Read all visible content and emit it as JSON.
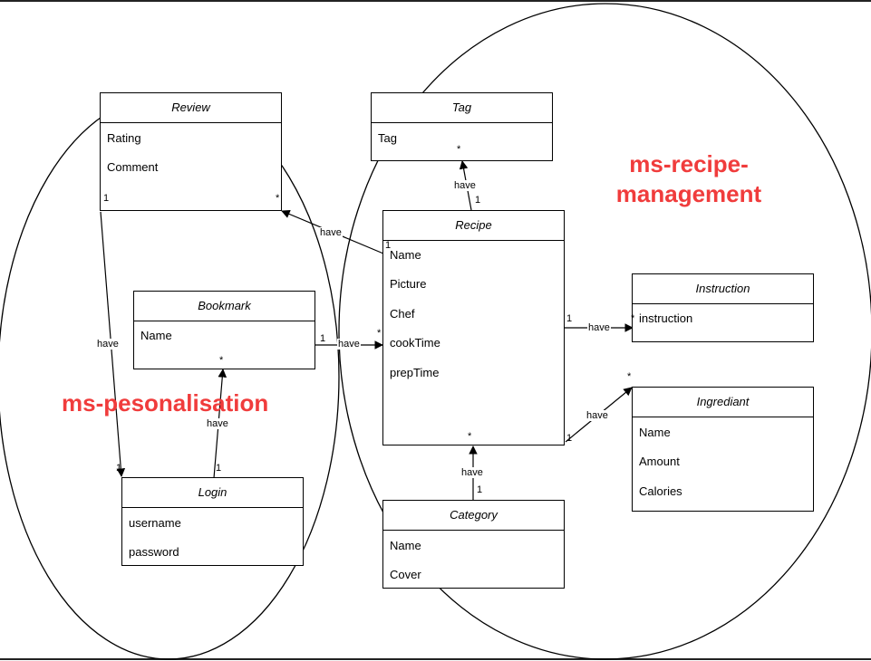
{
  "groups": {
    "personalisation": "ms-pesonalisation",
    "recipe_management": "ms-recipe-\nmanagement",
    "recipe_management_line1": "ms-recipe-",
    "recipe_management_line2": "management",
    "label_color": "#f03c3c"
  },
  "classes": {
    "review": {
      "name": "Review",
      "attributes": [
        "Rating",
        "Comment"
      ]
    },
    "tag": {
      "name": "Tag",
      "attributes": [
        "Tag"
      ]
    },
    "recipe": {
      "name": "Recipe",
      "attributes": [
        "Name",
        "Picture",
        "Chef",
        "cookTime",
        "prepTime"
      ]
    },
    "instruction": {
      "name": "Instruction",
      "attributes": [
        "instruction"
      ]
    },
    "bookmark": {
      "name": "Bookmark",
      "attributes": [
        "Name"
      ]
    },
    "ingrediant": {
      "name": "Ingrediant",
      "attributes": [
        "Name",
        "Amount",
        "Calories"
      ]
    },
    "login": {
      "name": "Login",
      "attributes": [
        "username",
        "password"
      ]
    },
    "category": {
      "name": "Category",
      "attributes": [
        "Name",
        "Cover"
      ]
    }
  },
  "relations": [
    {
      "id": "recipe-tag",
      "label": "have",
      "source_mult": "1",
      "target_mult": "*"
    },
    {
      "id": "recipe-review",
      "label": "have",
      "source_mult": "1",
      "target_mult": "*"
    },
    {
      "id": "review-login",
      "label": "have",
      "source_mult": "1",
      "target_mult": "1"
    },
    {
      "id": "bookmark-recipe",
      "label": "have",
      "source_mult": "1",
      "target_mult": "*"
    },
    {
      "id": "recipe-instruction",
      "label": "have",
      "source_mult": "1",
      "target_mult": "*"
    },
    {
      "id": "recipe-ingrediant",
      "label": "have",
      "source_mult": "1",
      "target_mult": "*"
    },
    {
      "id": "login-bookmark",
      "label": "have",
      "source_mult": "1",
      "target_mult": "*"
    },
    {
      "id": "category-recipe",
      "label": "have",
      "source_mult": "1",
      "target_mult": "*"
    }
  ]
}
